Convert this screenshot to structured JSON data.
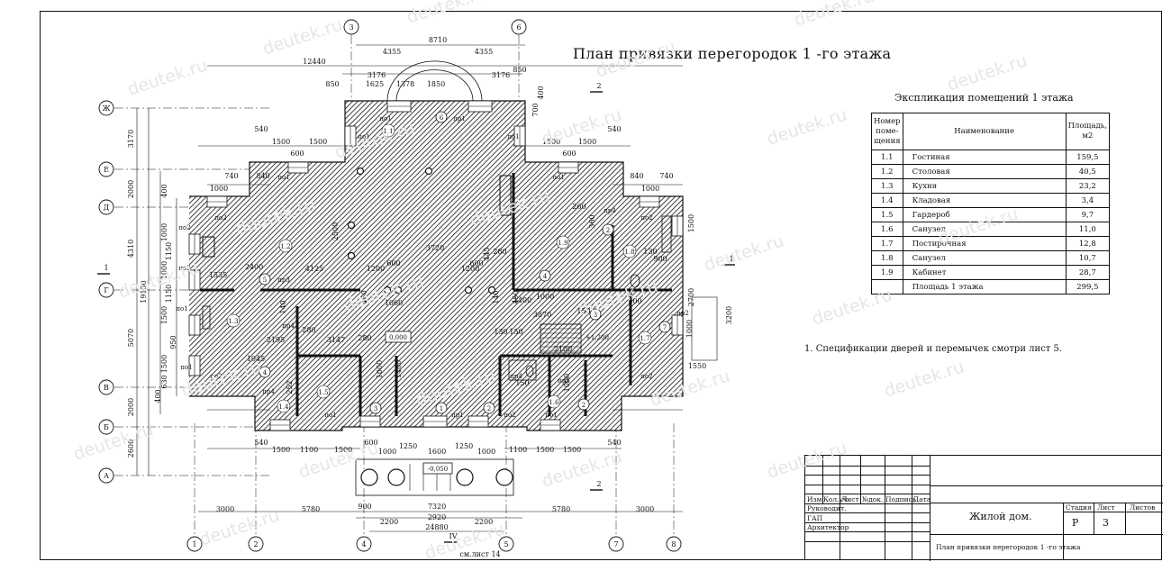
{
  "title": "План привязки перегородок 1 -го этажа",
  "watermark": "deutek.ru",
  "axes": {
    "letters": [
      "Ж",
      "Е",
      "Д",
      "Г",
      "В",
      "Б",
      "А"
    ],
    "numbers": [
      "1",
      "2",
      "3",
      "4",
      "5",
      "6",
      "7",
      "8"
    ]
  },
  "explication": {
    "title": "Экспликация помещений 1 этажа",
    "headers": [
      "Номер поме-щения",
      "Наименование",
      "Площадь, м2"
    ],
    "rows": [
      {
        "num": "1.1",
        "name": "Гостиная",
        "area": "159,5"
      },
      {
        "num": "1.2",
        "name": "Столовая",
        "area": "40,5"
      },
      {
        "num": "1.3",
        "name": "Кухня",
        "area": "23,2"
      },
      {
        "num": "1.4",
        "name": "Кладовая",
        "area": "3,4"
      },
      {
        "num": "1.5",
        "name": "Гардероб",
        "area": "9,7"
      },
      {
        "num": "1.6",
        "name": "Санузел",
        "area": "11,0"
      },
      {
        "num": "1.7",
        "name": "Постирочная",
        "area": "12,8"
      },
      {
        "num": "1.8",
        "name": "Санузел",
        "area": "10,7"
      },
      {
        "num": "1.9",
        "name": "Кабинет",
        "area": "28,7"
      }
    ],
    "total_label": "Площадь 1 этажа",
    "total_area": "299,5"
  },
  "note": "1. Спецификации дверей и перемычек смотри лист 5.",
  "stamp": {
    "cols": [
      "Изм.",
      "Кол.уч",
      "Лист",
      "№док.",
      "Подпись",
      "Дата"
    ],
    "roles": [
      "Руководит.",
      "ГАП",
      "Архитектор"
    ],
    "project": "Жилой дом.",
    "sheet_title": "План привязки перегородок 1 -го этажа",
    "stage_label": "Стадия",
    "sheet_label": "Лист",
    "sheets_label": "Листов",
    "stage": "Р",
    "sheet": "3"
  },
  "plan": {
    "dim_top": [
      "8710",
      "4355",
      "4355",
      "12440",
      "3176",
      "3176",
      "850",
      "850",
      "1625",
      "1378",
      "1850",
      "540",
      "1500",
      "1500",
      "600",
      "740",
      "840",
      "1000",
      "540",
      "1500",
      "1500",
      "600",
      "740",
      "840",
      "1000"
    ],
    "dim_bottom": [
      "3000",
      "5780",
      "7320",
      "5780",
      "3000",
      "900",
      "2200",
      "2920",
      "2200",
      "24880",
      "540",
      "1500",
      "1100",
      "1500",
      "600",
      "1000",
      "1250",
      "1600",
      "1250",
      "1000",
      "1100",
      "1500",
      "1500",
      "540"
    ],
    "dim_left": [
      "3170",
      "2000",
      "4310",
      "19150",
      "5070",
      "2000",
      "2600",
      "400",
      "1000",
      "1150",
      "1000",
      "1150",
      "1500",
      "950",
      "1500",
      "630",
      "400"
    ],
    "dim_inner": [
      "2500",
      "3720",
      "4125",
      "2400",
      "1535",
      "1200",
      "600",
      "1200",
      "600",
      "1060",
      "3870",
      "2195",
      "3147",
      "280",
      "280",
      "1045",
      "130",
      "150",
      "2100",
      "150",
      "150",
      "445",
      "280",
      "260",
      "360",
      "130",
      "900",
      "1000",
      "1400",
      "1400",
      "1000",
      "700",
      "400",
      "500",
      "3200",
      "2700",
      "1500",
      "1550",
      "1000",
      "1000",
      "140",
      "140",
      "450",
      "450",
      "252"
    ],
    "room_labels": [
      "1.1",
      "1.2",
      "1.3",
      "1.4",
      "1.5",
      "1.6",
      "1.7",
      "1.8",
      "1.9"
    ],
    "door_marks": [
      "1",
      "2",
      "3",
      "4",
      "5",
      "6",
      "7"
    ],
    "partition_tags": [
      "по1",
      "по2",
      "пр1",
      "пр2",
      "пр3",
      "пр4",
      "пр5"
    ],
    "levels": [
      "0,000",
      "+1,200",
      "-0,050"
    ],
    "section_marks": [
      "2",
      "2",
      "1",
      "1",
      "IV"
    ],
    "sheet_ref": "см.лист 14"
  }
}
